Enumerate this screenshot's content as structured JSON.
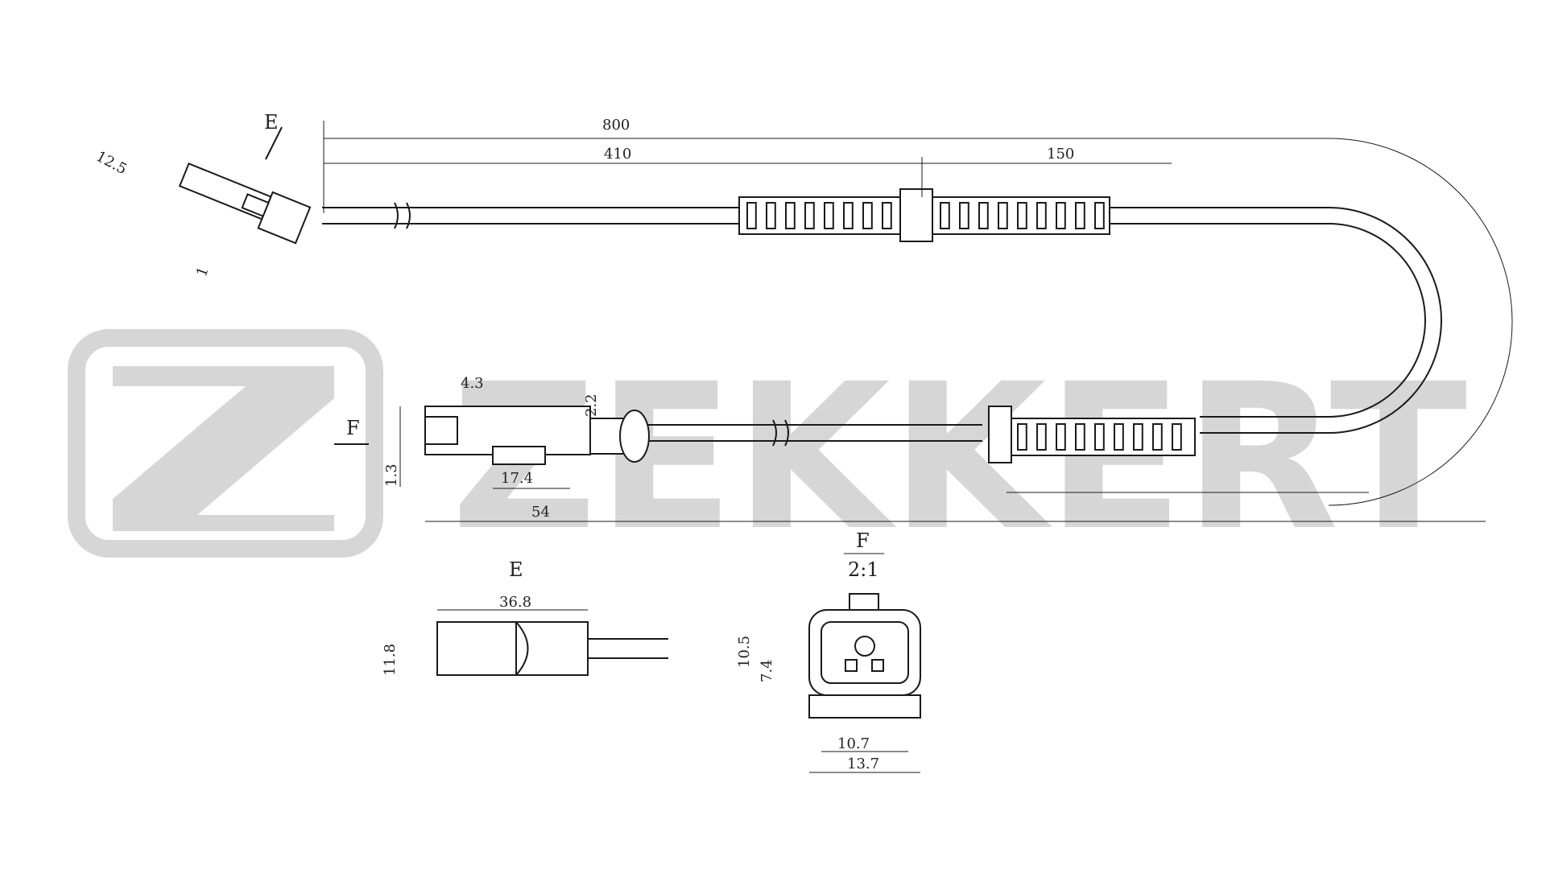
{
  "watermark": {
    "brand": "ZEKKERT"
  },
  "dimensions": {
    "total_length": "800",
    "to_grommet": "410",
    "grommet_span": "150",
    "sensor_width": "12.5",
    "sensor_gap": "1",
    "f_width": "4.3",
    "f_offset": "2.2",
    "f_height": "1.3",
    "f_tab": "17.4",
    "f_length": "54",
    "e_length": "36.8",
    "e_height": "11.8",
    "fv_height": "10.5",
    "fv_inner_height": "7.4",
    "fv_inner_width": "10.7",
    "fv_width": "13.7"
  },
  "views": {
    "e_arrow": "E",
    "f_arrow": "F",
    "e_title": "E",
    "f_title": "F",
    "f_scale": "2:1"
  },
  "colors": {
    "line": "#1a1a1a",
    "watermark": "#d6d6d6"
  }
}
